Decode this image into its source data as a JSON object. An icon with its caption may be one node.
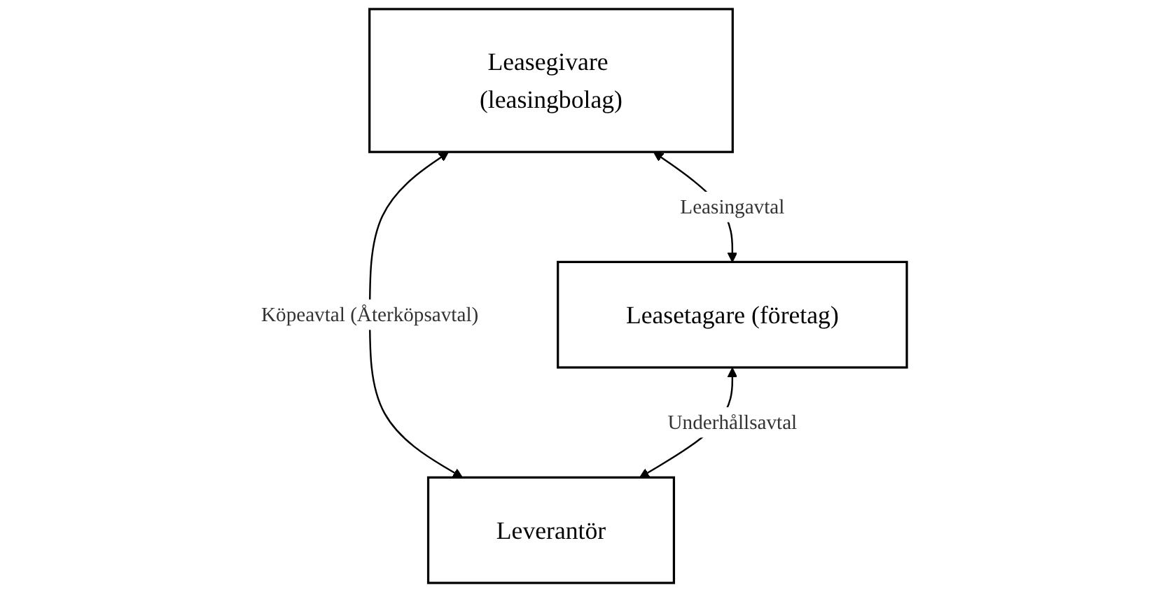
{
  "diagram": {
    "nodes": [
      {
        "text": [
          "Leasegivare (leasingbolag)"
        ]
      },
      {
        "text": [
          "Leasetagare (företag)"
        ]
      },
      {
        "text": [
          "Leverantör"
        ]
      }
    ],
    "edges": [
      {
        "from": 0,
        "to": 1,
        "arrow": "both",
        "label": "Leasingavtal"
      },
      {
        "from": 0,
        "to": 2,
        "arrow": "both",
        "label": "Köpeavtal (Återköpsavtal)"
      },
      {
        "from": 1,
        "to": 2,
        "arrow": "both",
        "label": "Underhållsavtal"
      }
    ]
  }
}
